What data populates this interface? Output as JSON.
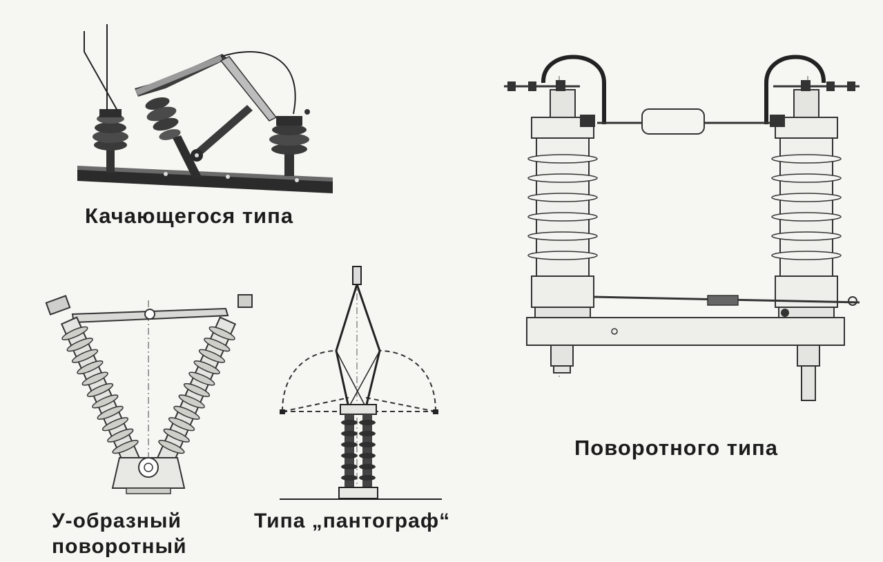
{
  "captions": {
    "swing": "Качающегося типа",
    "v_shaped_line1": "У-образный",
    "v_shaped_line2": "поворотный",
    "pantograph": "Типа „пантограф“",
    "rotary": "Поворотного типа"
  },
  "colors": {
    "background": "#f6f6f3",
    "ink": "#1c1c1c",
    "insulator_light": "#e4e4e0",
    "insulator_dark": "#3a3a3a"
  }
}
